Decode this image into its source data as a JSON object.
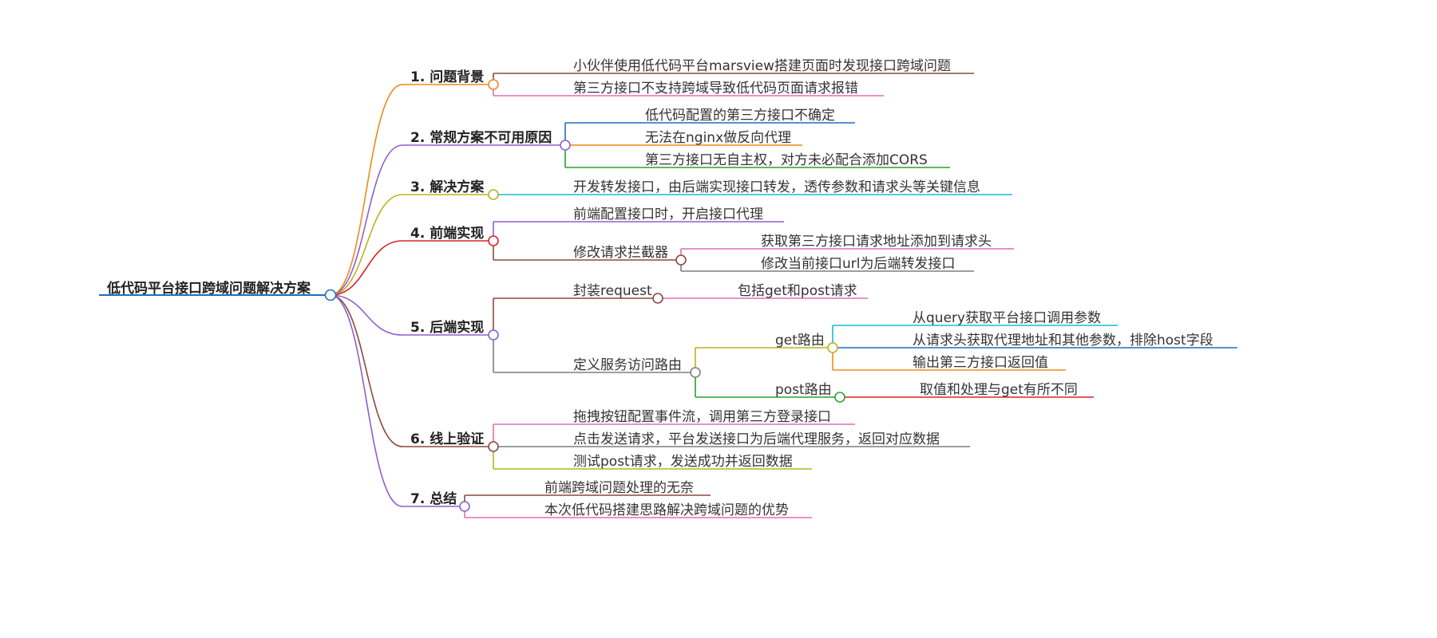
{
  "mindmap": {
    "root": {
      "label": "低代码平台接口跨域问题解决方案",
      "color": "#1f6fbf"
    },
    "branches": [
      {
        "label": "1. 问题背景",
        "color": "#f08a1c",
        "children": [
          {
            "label": "小伙伴使用低代码平台marsview搭建页面时发现接口跨域问题",
            "color": "#8b4a3c"
          },
          {
            "label": "第三方接口不支持跨域导致低代码页面请求报错",
            "color": "#e36db5"
          }
        ]
      },
      {
        "label": "2. 常规方案不可用原因",
        "color": "#8e5fcf",
        "children": [
          {
            "label": "低代码配置的第三方接口不确定",
            "color": "#1f6fbf"
          },
          {
            "label": "无法在nginx做反向代理",
            "color": "#f08a1c"
          },
          {
            "label": "第三方接口无自主权，对方未必配合添加CORS",
            "color": "#2ca02c"
          }
        ]
      },
      {
        "label": "3. 解决方案",
        "color": "#b5b51f",
        "children": [
          {
            "label": "开发转发接口，由后端实现接口转发，透传参数和请求头等关键信息",
            "color": "#17becf"
          }
        ]
      },
      {
        "label": "4. 前端实现",
        "color": "#d62728",
        "children": [
          {
            "label": "前端配置接口时，开启接口代理",
            "color": "#8e5fcf"
          },
          {
            "label": "修改请求拦截器",
            "color": "#8b4a3c",
            "children": [
              {
                "label": "获取第三方接口请求地址添加到请求头",
                "color": "#e36db5"
              },
              {
                "label": "修改当前接口url为后端转发接口",
                "color": "#7f7f7f"
              }
            ]
          }
        ]
      },
      {
        "label": "5. 后端实现",
        "color": "#8e5fcf",
        "children": [
          {
            "label": "封装request",
            "color": "#8b4a3c",
            "children": [
              {
                "label": "包括get和post请求",
                "color": "#e36db5"
              }
            ]
          },
          {
            "label": "定义服务访问路由",
            "color": "#7f7f7f",
            "children": [
              {
                "label": "get路由",
                "color": "#b5b51f",
                "children": [
                  {
                    "label": "从query获取平台接口调用参数",
                    "color": "#17becf"
                  },
                  {
                    "label": "从请求头获取代理地址和其他参数，排除host字段",
                    "color": "#1f6fbf"
                  },
                  {
                    "label": "输出第三方接口返回值",
                    "color": "#f08a1c"
                  }
                ]
              },
              {
                "label": "post路由",
                "color": "#2ca02c",
                "children": [
                  {
                    "label": "取值和处理与get有所不同",
                    "color": "#d62728"
                  }
                ]
              }
            ]
          }
        ]
      },
      {
        "label": "6. 线上验证",
        "color": "#8b4a3c",
        "children": [
          {
            "label": "拖拽按钮配置事件流，调用第三方登录接口",
            "color": "#e36db5"
          },
          {
            "label": "点击发送请求，平台发送接口为后端代理服务，返回对应数据",
            "color": "#7f7f7f"
          },
          {
            "label": "测试post请求，发送成功并返回数据",
            "color": "#b5b51f"
          }
        ]
      },
      {
        "label": "7. 总结",
        "color": "#8e5fcf",
        "children": [
          {
            "label": "前端跨域问题处理的无奈",
            "color": "#8b4a3c"
          },
          {
            "label": "本次低代码搭建思路解决跨域问题的优势",
            "color": "#e36db5"
          }
        ]
      }
    ]
  }
}
